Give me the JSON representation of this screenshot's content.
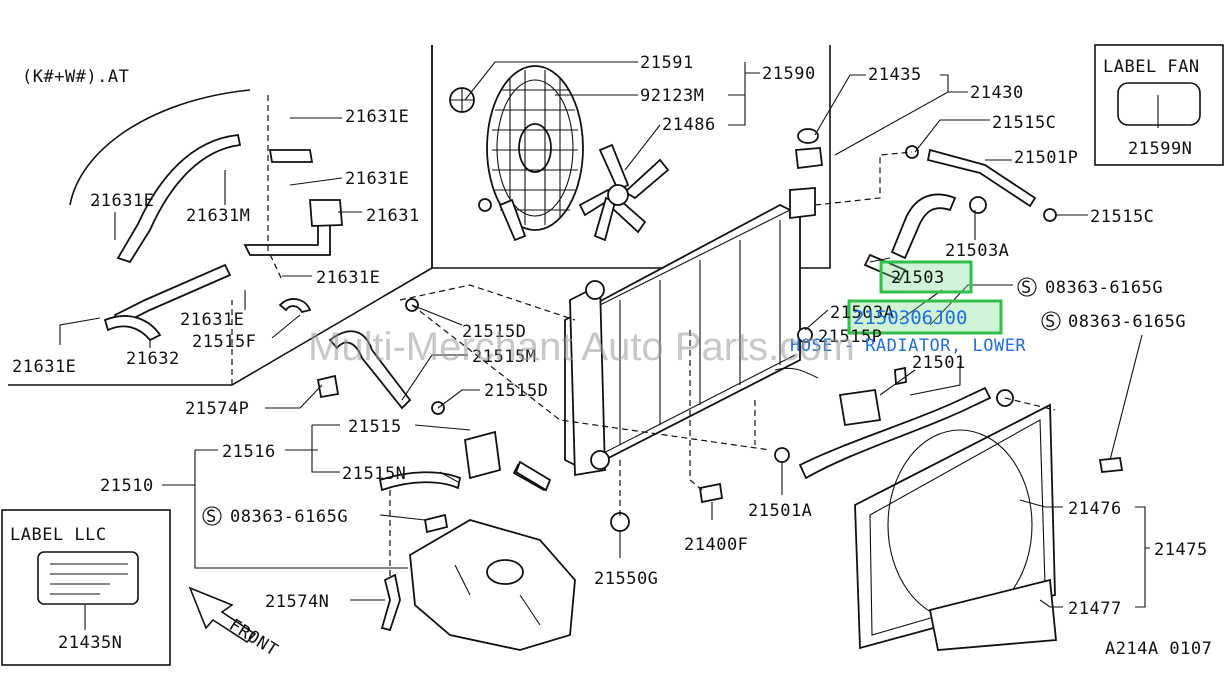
{
  "header_note": "(K#+W#).AT",
  "labels": {
    "l21591": "21591",
    "l21590": "21590",
    "l92123M": "92123M",
    "l21486": "21486",
    "l21435": "21435",
    "l21430": "21430",
    "l21515C_a": "21515C",
    "l21501P": "21501P",
    "l21515C_b": "21515C",
    "l21503A_a": "21503A",
    "l21503": "21503",
    "l08363_a": "08363-6165G",
    "l08363_b": "08363-6165G",
    "l21503A_b": "21503A",
    "l21515P": "21515P",
    "l21501": "21501",
    "l21631E_1": "21631E",
    "l21631E_2": "21631E",
    "l21631E_3": "21631E",
    "l21631M": "21631M",
    "l21631": "21631",
    "l21631E_4": "21631E",
    "l21631E_5": "21631E",
    "l21515F": "21515F",
    "l21631E_6": "21631E",
    "l21632": "21632",
    "l21515D_a": "21515D",
    "l21515M": "21515M",
    "l21574P": "21574P",
    "l21515D_b": "21515D",
    "l21515": "21515",
    "l21516": "21516",
    "l21510": "21510",
    "l21515N": "21515N",
    "l08363_c": "08363-6165G",
    "l21574N": "21574N",
    "l21400F": "21400F",
    "l21550G": "21550G",
    "l21501A": "21501A",
    "l21476": "21476",
    "l21475": "21475",
    "l21477": "21477",
    "l21435N": "21435N",
    "l21599N": "21599N"
  },
  "label_fan_title": "LABEL FAN",
  "label_llc_title": "LABEL LLC",
  "front_label": "FRONT",
  "diagram_code": "A214A 0107",
  "highlight": {
    "part_number": "21503",
    "oem_number": "2150306J00",
    "description": "HOSE - RADIATOR, LOWER"
  },
  "watermark": "Multi-Merchant Auto Parts.com",
  "colors": {
    "highlight_border": "#2fbf4a",
    "highlight_text": "#1e6fe0"
  }
}
